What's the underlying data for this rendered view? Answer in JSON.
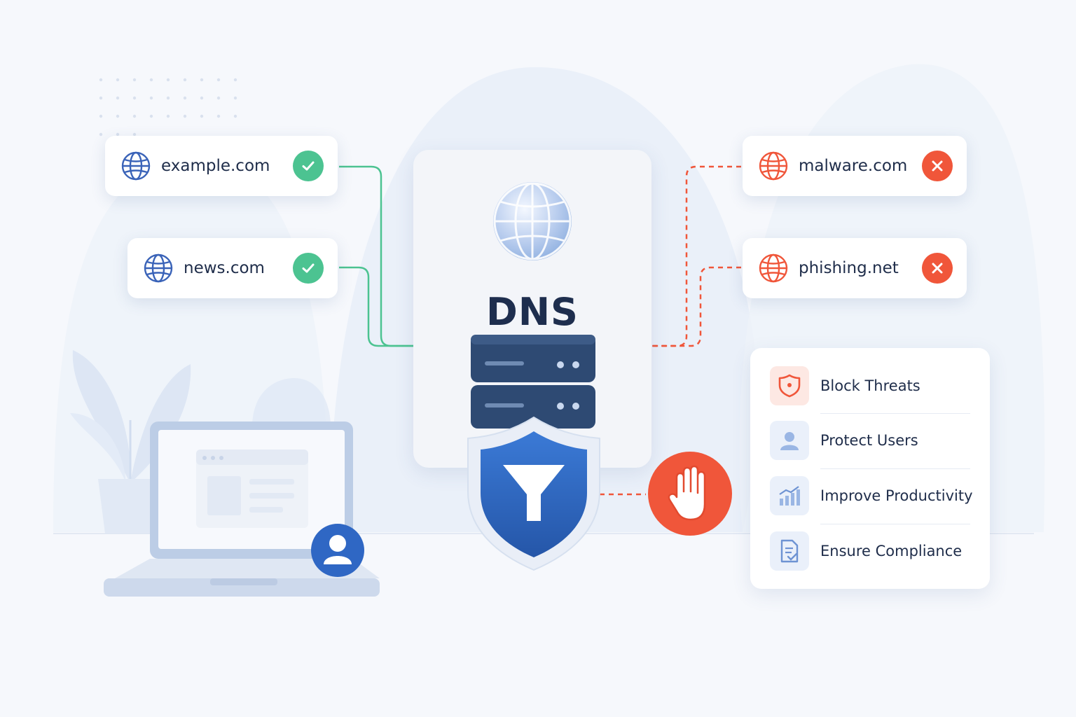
{
  "allowed_domains": [
    {
      "name": "example.com",
      "status": "allowed"
    },
    {
      "name": "news.com",
      "status": "allowed"
    }
  ],
  "blocked_domains": [
    {
      "name": "malware.com",
      "status": "blocked"
    },
    {
      "name": "phishing.net",
      "status": "blocked"
    }
  ],
  "dns": {
    "title": "DNS"
  },
  "benefits": [
    {
      "label": "Block Threats",
      "icon": "shield-icon"
    },
    {
      "label": "Protect Users",
      "icon": "user-icon"
    },
    {
      "label": "Improve Productivity",
      "icon": "bar-chart-icon"
    },
    {
      "label": "Ensure Compliance",
      "icon": "document-check-icon"
    }
  ],
  "colors": {
    "allowed": "#4cc391",
    "blocked": "#f0563a",
    "primary": "#2f67c4",
    "server": "#2e4a73",
    "text": "#1f2d4a"
  },
  "icons": {
    "globe": "globe-icon",
    "filter": "funnel-icon",
    "stop": "hand-stop-icon",
    "user": "user-avatar-icon",
    "laptop": "laptop-icon",
    "plant": "plant-icon"
  }
}
